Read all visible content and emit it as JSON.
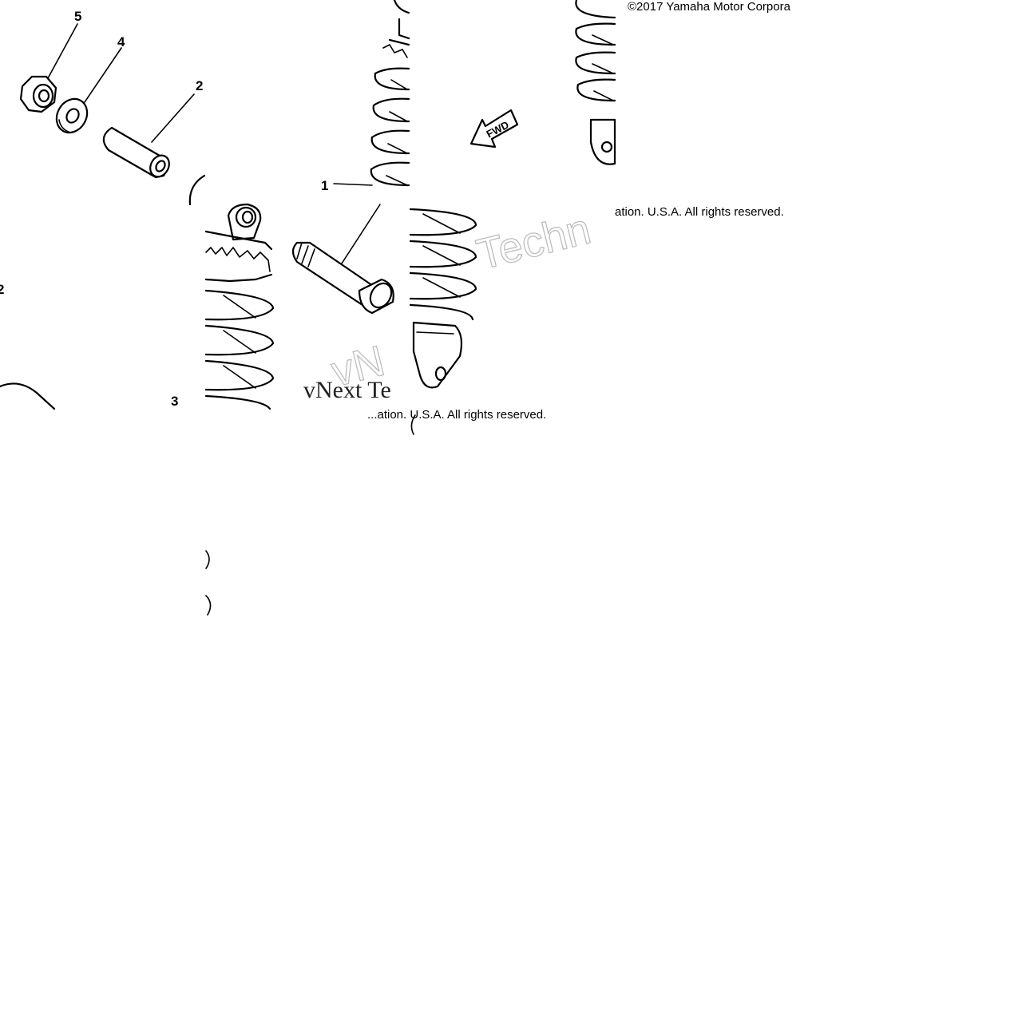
{
  "diagram": {
    "callouts": [
      "5",
      "4",
      "2",
      "1",
      "2",
      "3"
    ],
    "copyright": {
      "top": "©2017 Yamaha Motor Corpora",
      "middle": "ation. U.S.A. All rights reserved.",
      "bottom": "...ation. U.S.A. All rights reserved."
    },
    "fwd_label": "FWD",
    "watermark": {
      "serif": "vNext Te",
      "ghost_top": "Techn",
      "ghost_mid": "vN"
    }
  }
}
